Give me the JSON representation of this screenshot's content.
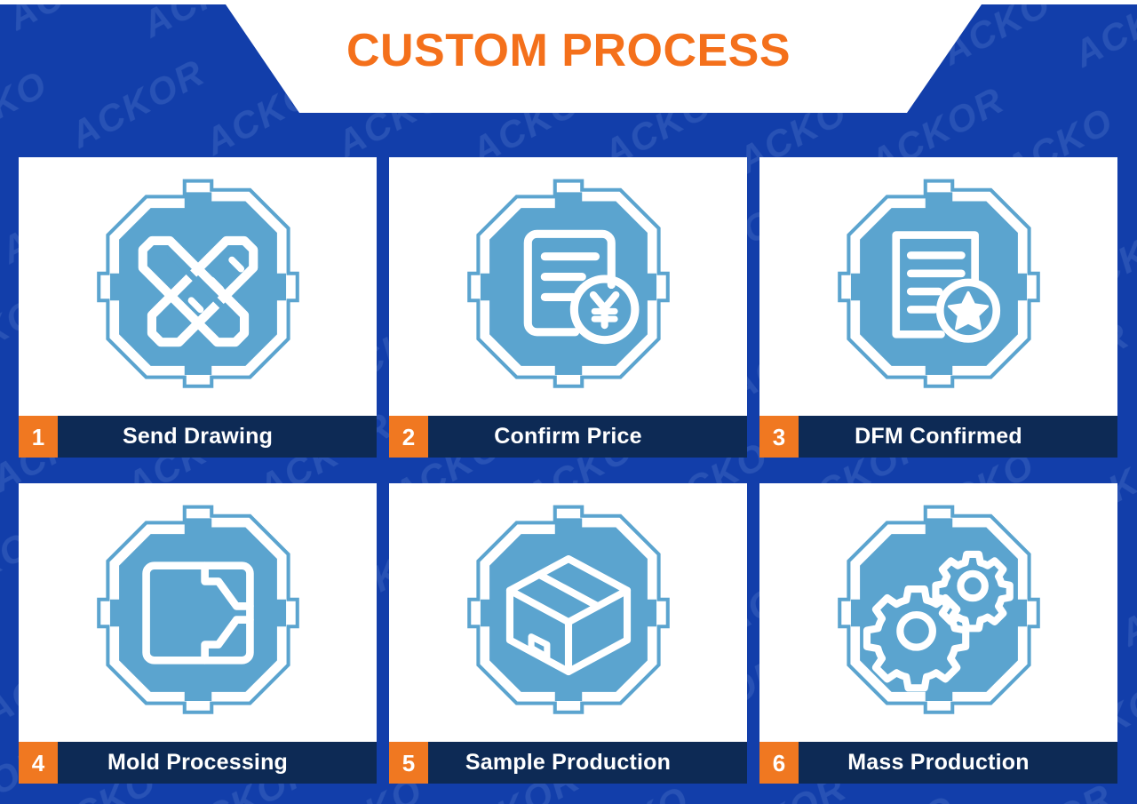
{
  "header": {
    "title": "CUSTOM PROCESS"
  },
  "watermark": {
    "text": "ACKOR",
    "color": "#2a55b8"
  },
  "theme": {
    "background_blue": "#123eaa",
    "card_background": "#ffffff",
    "label_bar_navy": "#0d2a55",
    "number_badge_orange": "#f07821",
    "title_orange": "#f4701b",
    "icon_fill_blue": "#5ba4cf",
    "icon_stroke_white": "#ffffff"
  },
  "cards": [
    {
      "number": "1",
      "title": "Send Drawing",
      "icon": "pencil-ruler-icon"
    },
    {
      "number": "2",
      "title": "Confirm Price",
      "icon": "document-yen-icon"
    },
    {
      "number": "3",
      "title": "DFM Confirmed",
      "icon": "certificate-star-icon"
    },
    {
      "number": "4",
      "title": "Mold Processing",
      "icon": "mold-die-icon"
    },
    {
      "number": "5",
      "title": "Sample Production",
      "icon": "package-box-icon"
    },
    {
      "number": "6",
      "title": "Mass Production",
      "icon": "gears-icon"
    }
  ]
}
